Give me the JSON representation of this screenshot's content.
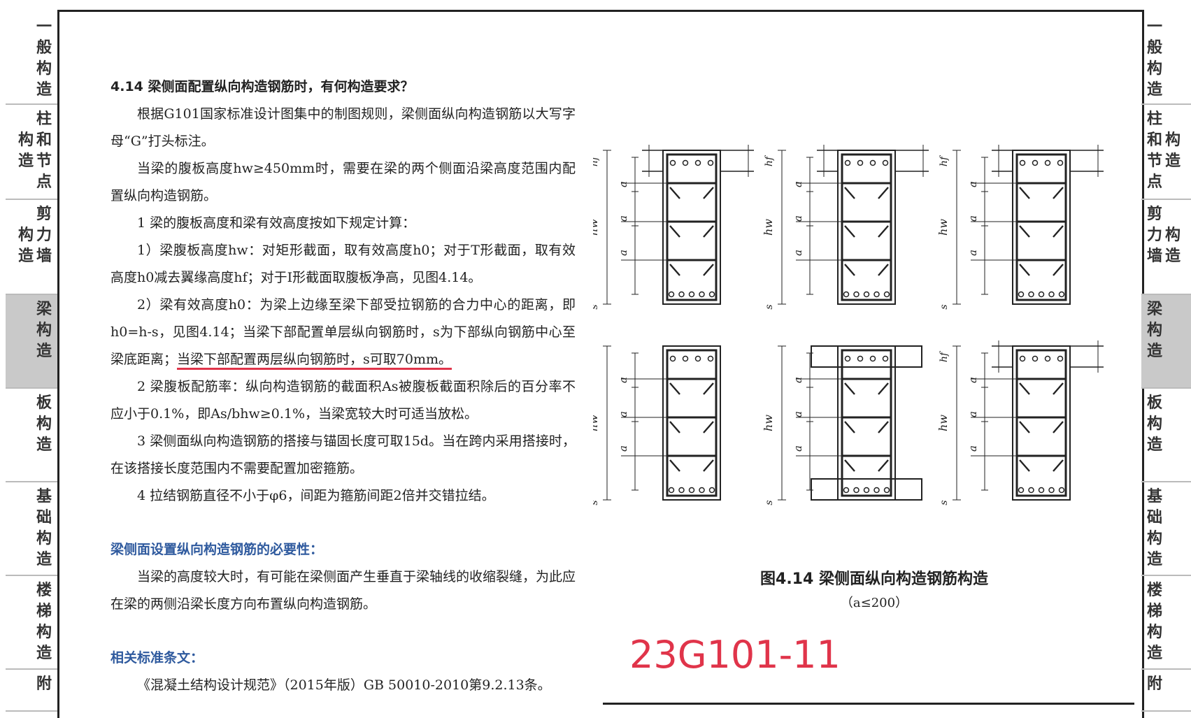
{
  "tabs_left": [
    {
      "lines": [
        "一",
        "般",
        "构",
        "造"
      ],
      "active": false
    },
    {
      "lines": [
        "柱",
        "构和",
        "造节",
        "点"
      ],
      "active": false
    },
    {
      "lines": [
        "剪",
        "构力",
        "造墙"
      ],
      "active": false
    },
    {
      "lines": [
        "梁",
        "构",
        "造"
      ],
      "active": true
    },
    {
      "lines": [
        "板",
        "构",
        "造"
      ],
      "active": false
    },
    {
      "lines": [
        "基",
        "础",
        "构",
        "造"
      ],
      "active": false
    },
    {
      "lines": [
        "楼",
        "梯",
        "构",
        "造"
      ],
      "active": false
    },
    {
      "lines": [
        "附"
      ],
      "active": false
    }
  ],
  "tabs_right": [
    {
      "lines": [
        "一",
        "般",
        "构",
        "造"
      ],
      "active": false
    },
    {
      "lines": [
        "柱",
        "构和",
        "造节",
        "点"
      ],
      "active": false
    },
    {
      "lines": [
        "剪",
        "构力",
        "造墙"
      ],
      "active": false
    },
    {
      "lines": [
        "梁",
        "构",
        "造"
      ],
      "active": true
    },
    {
      "lines": [
        "板",
        "构",
        "造"
      ],
      "active": false
    },
    {
      "lines": [
        "基",
        "础",
        "构",
        "造"
      ],
      "active": false
    },
    {
      "lines": [
        "楼",
        "梯",
        "构",
        "造"
      ],
      "active": false
    },
    {
      "lines": [
        "附"
      ],
      "active": false
    }
  ],
  "section_heading": "4.14  梁侧面配置纵向构造钢筋时，有何构造要求？",
  "paragraphs": [
    "根据G101国家标准设计图集中的制图规则，梁侧面纵向构造钢筋以大写字母“G”打头标注。",
    "当梁的腹板高度hw≥450mm时，需要在梁的两个侧面沿梁高度范围内配置纵向构造钢筋。",
    "1 梁的腹板高度和梁有效高度按如下规定计算：",
    "1）梁腹板高度hw：对矩形截面，取有效高度h0；对于T形截面，取有效高度h0减去翼缘高度hf；对于I形截面取腹板净高，见图4.14。"
  ],
  "para_effective_a": "2）梁有效高度h0：为梁上边缘至梁下部受拉钢筋的合力中心的距离，即h0=h-s，见图4.14；当梁下部配置单层纵向钢筋时，s为下部纵向钢筋中心至梁底距离；",
  "para_effective_b": "当梁下部配置两层纵向钢筋时，s可取70mm。",
  "paragraphs_after": [
    "2 梁腹板配筋率：纵向构造钢筋的截面积As被腹板截面积除后的百分率不应小于0.1%，即As/bhw≥0.1%，当梁宽较大时可适当放松。",
    "3 梁侧面纵向构造钢筋的搭接与锚固长度可取15d。当在跨内采用搭接时，在该搭接长度范围内不需要配置加密箍筋。",
    "4 拉结钢筋直径不小于φ6，间距为箍筋间距2倍并交错拉结。"
  ],
  "necessity_heading": "梁侧面设置纵向构造钢筋的必要性：",
  "necessity_text": "当梁的高度较大时，有可能在梁侧面产生垂直于梁轴线的收缩裂缝，为此应在梁的两侧沿梁长度方向布置纵向构造钢筋。",
  "related_heading": "相关标准条文：",
  "related_text": "《混凝土结构设计规范》（2015年版）GB 50010-2010第9.2.13条。",
  "figure": {
    "label_a": "a",
    "label_hw": "hw",
    "label_hf": "hf",
    "label_s": "s",
    "caption": "图4.14  梁侧面纵向构造钢筋构造",
    "subcaption": "（a≤200）"
  },
  "watermark": "23G101-11"
}
